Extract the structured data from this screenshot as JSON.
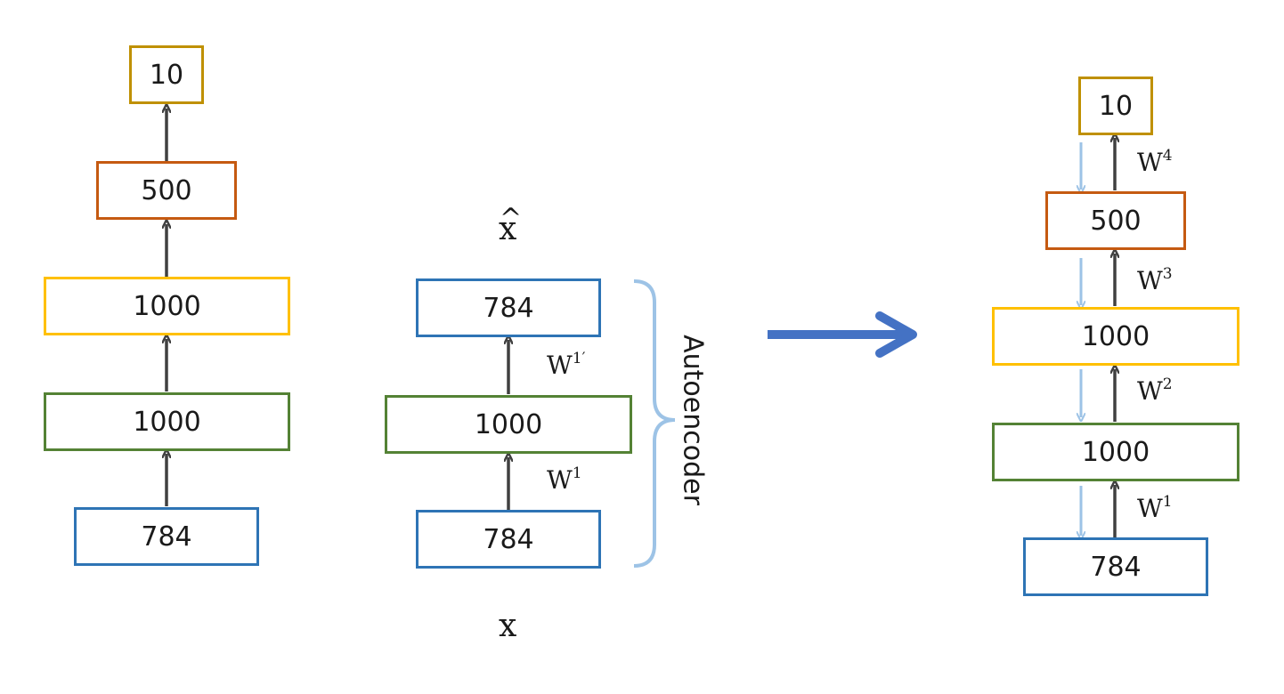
{
  "left_stack": {
    "boxes": [
      {
        "label": "784",
        "color": "#2e74b5"
      },
      {
        "label": "1000",
        "color": "#548235"
      },
      {
        "label": "1000",
        "color": "#ffc000"
      },
      {
        "label": "500",
        "color": "#c55a11"
      },
      {
        "label": "10",
        "color": "#bf9000"
      }
    ]
  },
  "autoencoder": {
    "boxes": [
      {
        "label": "784",
        "color": "#2e74b5"
      },
      {
        "label": "1000",
        "color": "#548235"
      },
      {
        "label": "784",
        "color": "#2e74b5"
      }
    ],
    "weights": [
      {
        "base": "W",
        "sup": "1"
      },
      {
        "base": "W",
        "sup": "1′"
      }
    ],
    "input_var": "x",
    "output_var": "x",
    "output_hat": "^",
    "brace_label": "Autoencoder",
    "brace_color": "#9dc3e6"
  },
  "transition_arrow_color": "#4472c4",
  "right_stack": {
    "boxes": [
      {
        "label": "784",
        "color": "#2e74b5"
      },
      {
        "label": "1000",
        "color": "#548235"
      },
      {
        "label": "1000",
        "color": "#ffc000"
      },
      {
        "label": "500",
        "color": "#c55a11"
      },
      {
        "label": "10",
        "color": "#bf9000"
      }
    ],
    "weights": [
      {
        "base": "W",
        "sup": "1"
      },
      {
        "base": "W",
        "sup": "2"
      },
      {
        "base": "W",
        "sup": "3"
      },
      {
        "base": "W",
        "sup": "4"
      }
    ],
    "down_arrow_color": "#9dc3e6"
  },
  "up_arrow_color": "#404040"
}
